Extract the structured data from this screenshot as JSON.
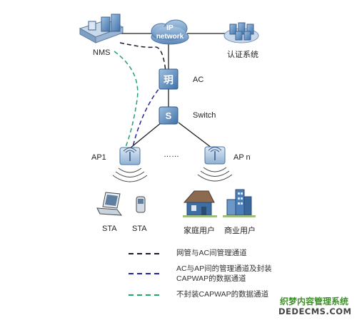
{
  "nodes": {
    "nms": "NMS",
    "ip_network_line1": "IP",
    "ip_network_line2": "network",
    "auth_system": "认证系统",
    "ac": "AC",
    "switch": "Switch",
    "ap1": "AP1",
    "apn": "AP n",
    "ellipsis": "……",
    "sta1": "STA",
    "sta2": "STA",
    "home_user": "家庭用户",
    "business_user": "商业用户",
    "ac_icon_glyph": "玥",
    "switch_icon_glyph": "S"
  },
  "legend": [
    {
      "lines": [
        "网管与AC间管理通道"
      ],
      "color": "#1a1a2e"
    },
    {
      "lines": [
        "AC与AP间的管理通道及封装",
        "CAPWAP的数据通道"
      ],
      "color": "#23239b"
    },
    {
      "lines": [
        "不封装CAPWAP的数据通道"
      ],
      "color": "#22a36a"
    }
  ],
  "watermark": {
    "line1": "织梦内容管理系统",
    "line2": "DEDECMS.COM"
  },
  "colors": {
    "device_blue": "#4a7fb5",
    "cloud_blue": "#6f98c4",
    "link": "#1e1e1e"
  }
}
